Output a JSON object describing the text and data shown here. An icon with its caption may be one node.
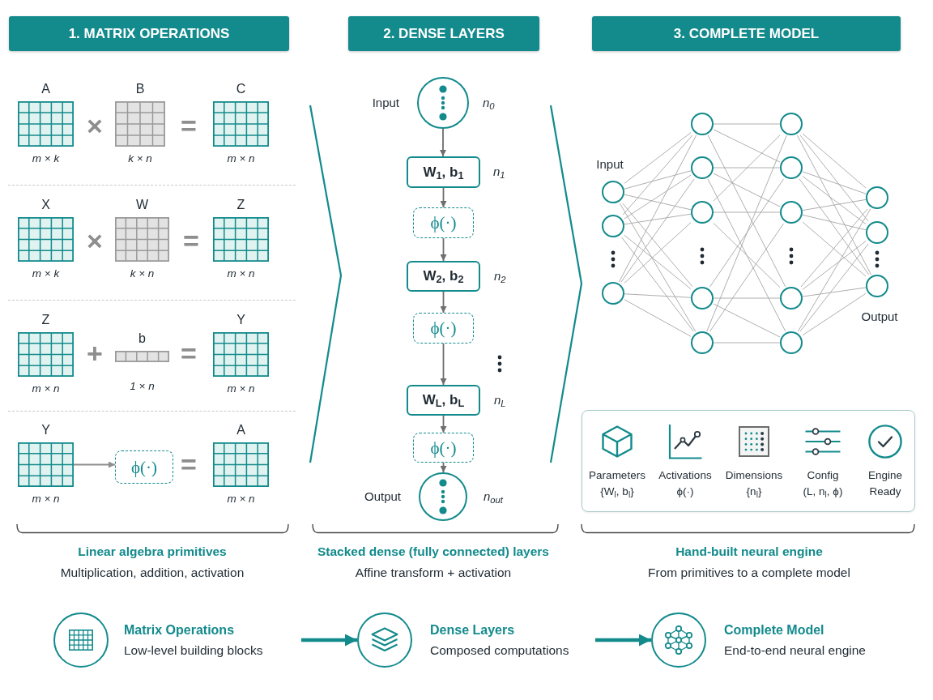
{
  "diagram": {
    "nodes": [
      {
        "text": [
          "1. MATRIX OPERATIONS"
        ]
      },
      {
        "text": [
          "2. DENSE LAYERS"
        ]
      },
      {
        "text": [
          "3. COMPLETE MODEL"
        ]
      },
      {
        "text": [
          "A"
        ],
        "beside": [
          "m × k"
        ]
      },
      {
        "text": [
          "B"
        ],
        "beside": [
          "k × n"
        ]
      },
      {
        "text": [
          "C"
        ],
        "beside": [
          "m × n"
        ]
      },
      {
        "text": [
          "X"
        ],
        "beside": [
          "m × k"
        ]
      },
      {
        "text": [
          "W"
        ],
        "beside": [
          "k × n"
        ]
      },
      {
        "text": [
          "Z"
        ],
        "beside": [
          "m × n"
        ]
      },
      {
        "text": [
          "Z"
        ],
        "beside": [
          "m × n"
        ]
      },
      {
        "text": [
          "b"
        ],
        "beside": [
          "1 × n"
        ]
      },
      {
        "text": [
          "Y"
        ],
        "beside": [
          "m × n"
        ]
      },
      {
        "text": [
          "Y"
        ],
        "beside": [
          "m × n"
        ]
      },
      {
        "text": [
          "ϕ(·)"
        ]
      },
      {
        "text": [
          "A"
        ],
        "beside": [
          "m × n"
        ]
      },
      {
        "text": [],
        "shape": "circle",
        "beside": [
          "Input",
          "n$_{0}$"
        ]
      },
      {
        "text": [
          "W$_{1}$, b$_{1}$"
        ],
        "beside": [
          "n$_{1}$"
        ]
      },
      {
        "text": [
          "ϕ(·)"
        ]
      },
      {
        "text": [
          "W$_{2}$, b$_{2}$"
        ],
        "beside": [
          "n$_{2}$"
        ]
      },
      {
        "text": [
          "ϕ(·)"
        ]
      },
      {
        "text": [
          "W$_{L}$, b$_{L}$"
        ],
        "beside": [
          "n$_{L}$"
        ]
      },
      {
        "text": [
          "ϕ(·)"
        ]
      },
      {
        "text": [],
        "shape": "circle",
        "beside": [
          "Output",
          "n$_{out}$"
        ]
      },
      {
        "text": [],
        "shape": "circle"
      },
      {
        "text": [],
        "shape": "circle"
      },
      {
        "text": [],
        "shape": "circle"
      },
      {
        "text": [],
        "shape": "circle"
      },
      {
        "text": [],
        "shape": "circle"
      },
      {
        "text": [],
        "shape": "circle"
      },
      {
        "text": [],
        "shape": "circle"
      },
      {
        "text": [],
        "shape": "circle"
      },
      {
        "text": [],
        "shape": "circle"
      },
      {
        "text": [],
        "shape": "circle"
      },
      {
        "text": [],
        "shape": "circle"
      },
      {
        "text": [],
        "shape": "circle"
      },
      {
        "text": [],
        "shape": "circle"
      },
      {
        "text": [],
        "shape": "circle"
      },
      {
        "text": [],
        "shape": "circle"
      },
      {
        "text": [],
        "shape": "circle"
      },
      {
        "text": [
          "Parameters",
          "{W$_{l}$, b$_{l}$}",
          "Activations",
          "ϕ(·)",
          "Dimensions",
          "{n$_{l}$}",
          "Config",
          "(L, n$_{l}$, ϕ)",
          "Engine Ready"
        ]
      },
      {
        "text": [],
        "shape": "circle",
        "beside": [
          "Matrix Operations",
          "Low-level building blocks"
        ]
      },
      {
        "text": [],
        "shape": "circle",
        "beside": [
          "Dense Layers",
          "Composed computations"
        ]
      },
      {
        "text": [],
        "shape": "circle",
        "beside": [
          "Complete Model",
          "End-to-end neural engine"
        ]
      }
    ],
    "edges": [
      {
        "from": 12,
        "to": 13,
        "arrow": "to",
        "color": "#8e8e8e"
      },
      {
        "from": 15,
        "to": 16,
        "arrow": "to",
        "color": "#6e6e6e"
      },
      {
        "from": 16,
        "to": 17,
        "arrow": "to",
        "color": "#6e6e6e"
      },
      {
        "from": 17,
        "to": 18,
        "arrow": "to",
        "color": "#6e6e6e"
      },
      {
        "from": 18,
        "to": 19,
        "arrow": "to",
        "color": "#6e6e6e"
      },
      {
        "from": 19,
        "to": 20,
        "arrow": "to",
        "color": "#6e6e6e"
      },
      {
        "from": 20,
        "to": 21,
        "arrow": "to",
        "color": "#6e6e6e"
      },
      {
        "from": 21,
        "to": 22,
        "arrow": "to",
        "color": "#6e6e6e"
      },
      {
        "from": 23,
        "to": 26,
        "arrow": "none"
      },
      {
        "from": 23,
        "to": 27,
        "arrow": "none"
      },
      {
        "from": 23,
        "to": 28,
        "arrow": "none"
      },
      {
        "from": 23,
        "to": 29,
        "arrow": "none"
      },
      {
        "from": 23,
        "to": 30,
        "arrow": "none"
      },
      {
        "from": 24,
        "to": 26,
        "arrow": "none"
      },
      {
        "from": 24,
        "to": 27,
        "arrow": "none"
      },
      {
        "from": 24,
        "to": 28,
        "arrow": "none"
      },
      {
        "from": 24,
        "to": 29,
        "arrow": "none"
      },
      {
        "from": 24,
        "to": 30,
        "arrow": "none"
      },
      {
        "from": 25,
        "to": 26,
        "arrow": "none"
      },
      {
        "from": 25,
        "to": 27,
        "arrow": "none"
      },
      {
        "from": 25,
        "to": 28,
        "arrow": "none"
      },
      {
        "from": 25,
        "to": 29,
        "arrow": "none"
      },
      {
        "from": 25,
        "to": 30,
        "arrow": "none"
      },
      {
        "from": 26,
        "to": 31,
        "arrow": "none"
      },
      {
        "from": 26,
        "to": 32,
        "arrow": "none"
      },
      {
        "from": 26,
        "to": 34,
        "arrow": "none"
      },
      {
        "from": 27,
        "to": 32,
        "arrow": "none"
      },
      {
        "from": 27,
        "to": 33,
        "arrow": "none"
      },
      {
        "from": 27,
        "to": 35,
        "arrow": "none"
      },
      {
        "from": 28,
        "to": 31,
        "arrow": "none"
      },
      {
        "from": 28,
        "to": 33,
        "arrow": "none"
      },
      {
        "from": 28,
        "to": 34,
        "arrow": "none"
      },
      {
        "from": 29,
        "to": 32,
        "arrow": "none"
      },
      {
        "from": 29,
        "to": 34,
        "arrow": "none"
      },
      {
        "from": 29,
        "to": 35,
        "arrow": "none"
      },
      {
        "from": 30,
        "to": 31,
        "arrow": "none"
      },
      {
        "from": 30,
        "to": 33,
        "arrow": "none"
      },
      {
        "from": 30,
        "to": 35,
        "arrow": "none"
      },
      {
        "from": 31,
        "to": 36,
        "arrow": "none"
      },
      {
        "from": 31,
        "to": 37,
        "arrow": "none"
      },
      {
        "from": 31,
        "to": 38,
        "arrow": "none"
      },
      {
        "from": 32,
        "to": 36,
        "arrow": "none"
      },
      {
        "from": 32,
        "to": 37,
        "arrow": "none"
      },
      {
        "from": 32,
        "to": 38,
        "arrow": "none"
      },
      {
        "from": 33,
        "to": 36,
        "arrow": "none"
      },
      {
        "from": 33,
        "to": 37,
        "arrow": "none"
      },
      {
        "from": 33,
        "to": 38,
        "arrow": "none"
      },
      {
        "from": 34,
        "to": 36,
        "arrow": "none"
      },
      {
        "from": 34,
        "to": 37,
        "arrow": "none"
      },
      {
        "from": 34,
        "to": 38,
        "arrow": "none"
      },
      {
        "from": 35,
        "to": 36,
        "arrow": "none"
      },
      {
        "from": 35,
        "to": 37,
        "arrow": "none"
      },
      {
        "from": 35,
        "to": 38,
        "arrow": "none"
      },
      {
        "from": 40,
        "to": 41,
        "arrow": "to",
        "style": "thick",
        "color": "#138a8c"
      },
      {
        "from": 41,
        "to": 42,
        "arrow": "to",
        "style": "thick",
        "color": "#138a8c"
      }
    ],
    "labels": [
      "×",
      "=",
      "×",
      "=",
      "+",
      "=",
      "=",
      "Input",
      "Output",
      "Linear algebra primitives",
      "Multiplication, addition, activation",
      "Stacked dense (fully connected) layers",
      "Affine transform + activation",
      "Hand-built neural engine",
      "From primitives to a complete model"
    ]
  }
}
